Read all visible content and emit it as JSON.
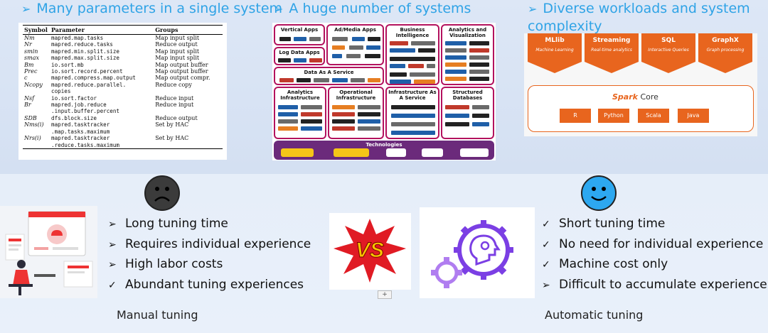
{
  "headings": {
    "parameters": "Many parameters in a single system",
    "systems": "A huge number of systems",
    "workloads": "Diverse workloads and system complexity"
  },
  "arrow_glyph": "➢",
  "check_glyph": "✓",
  "param_table": {
    "headers": [
      "Symbol",
      "Parameter",
      "Groups"
    ],
    "rows": [
      {
        "sym": "Nm",
        "param": "mapred.map.tasks",
        "group": "Map input split"
      },
      {
        "sym": "Nr",
        "param": "mapred.reduce.tasks",
        "group": "Reduce output"
      },
      {
        "sym": "smin",
        "param": "mapred.min.split.size",
        "group": "Map input split"
      },
      {
        "sym": "smax",
        "param": "mapred.max.split.size",
        "group": "Map input split"
      },
      {
        "sym": "Bm",
        "param": "io.sort.mb",
        "group": "Map output buffer"
      },
      {
        "sym": "Prec",
        "param": "io.sort.record.percent",
        "group": "Map output buffer"
      },
      {
        "sym": "c",
        "param": "mapred.compress.map.output",
        "group": "Map output compr."
      },
      {
        "sym": "Ncopy",
        "param": "mapred.reduce.parallel.",
        "group": "Reduce copy"
      },
      {
        "sym": "",
        "param": "copies",
        "group": ""
      },
      {
        "sym": "Nsf",
        "param": "io.sort.factor",
        "group": "Reduce input"
      },
      {
        "sym": "Br",
        "param": "mapred.job.reduce",
        "group": "Reduce input"
      },
      {
        "sym": "",
        "param": ".input.buffer.percent",
        "group": ""
      },
      {
        "sym": "SDB",
        "param": "dfs.block.size",
        "group": "Reduce output"
      },
      {
        "sym": "Nms(i)",
        "param": "mapred.tasktracker",
        "group": "Set by HAC"
      },
      {
        "sym": "",
        "param": ".map.tasks.maximum",
        "group": ""
      },
      {
        "sym": "Nrs(i)",
        "param": "mapred.tasktracker",
        "group": "Set by HAC"
      },
      {
        "sym": "",
        "param": ".reduce.tasks.maximum",
        "group": ""
      }
    ]
  },
  "landscape": {
    "categories": {
      "vertical_apps": "Vertical Apps",
      "ad_media_apps": "Ad/Media Apps",
      "business_intelligence": "Business Intelligence",
      "analytics_visualization": "Analytics and Visualization",
      "log_data_apps": "Log Data Apps",
      "data_as_a_service": "Data As A Service",
      "analytics_infrastructure": "Analytics Infrastructure",
      "operational_infrastructure": "Operational Infrastructure",
      "infrastructure_as_a_service": "Infrastructure As A Service",
      "structured_databases": "Structured Databases",
      "technologies": "Technologies"
    }
  },
  "spark": {
    "libraries": [
      {
        "name": "MLlib",
        "sub": "Machine Learning"
      },
      {
        "name": "Streaming",
        "sub": "Real-time analytics"
      },
      {
        "name": "SQL",
        "sub": "Interactive Queries"
      },
      {
        "name": "GraphX",
        "sub": "Graph processing"
      }
    ],
    "core_brand": "Spark",
    "core_label": "Core",
    "languages": [
      "R",
      "Python",
      "Scala",
      "Java"
    ]
  },
  "manual": {
    "items": [
      {
        "marker": "➢",
        "text": "Long tuning time"
      },
      {
        "marker": "➢",
        "text": "Requires individual experience"
      },
      {
        "marker": "➢",
        "text": "High labor costs"
      },
      {
        "marker": "✓",
        "text": "Abundant tuning experiences"
      }
    ],
    "caption": "Manual tuning"
  },
  "automatic": {
    "items": [
      {
        "marker": "✓",
        "text": "Short tuning time"
      },
      {
        "marker": "✓",
        "text": "No need for individual experience"
      },
      {
        "marker": "✓",
        "text": "Machine cost only"
      },
      {
        "marker": "➢",
        "text": "Difficult to accumulate experience"
      }
    ],
    "caption": "Automatic tuning"
  },
  "vs_label": "VS",
  "plus_label": "+",
  "colors": {
    "heading": "#2fa3e6",
    "spark_orange": "#e8651e",
    "landscape_border": "#b3125e",
    "sad_face": "#3b3b3b",
    "happy_face": "#2da8f0",
    "vs_red": "#e01b24",
    "vs_yellow": "#f7c300",
    "gear_purple": "#7b3fe4"
  }
}
